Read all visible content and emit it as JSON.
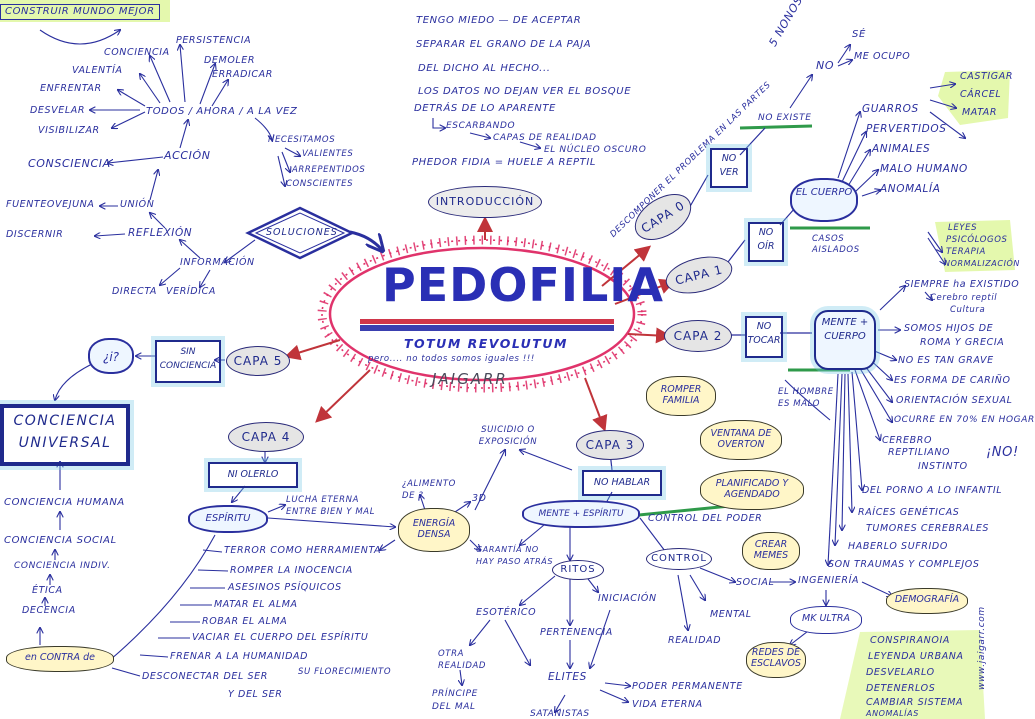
{
  "center": {
    "title": "PEDOFILIA",
    "subtitle": "TOTUM REVOLUTUM",
    "note": "pero.... no todos somos iguales !!!",
    "signature": "JAIGARR"
  },
  "intro": {
    "label": "INTRODUCCIÓN",
    "lines": [
      "TENGO MIEDO — de ACEPTAR",
      "SEPARAR el GRANO de la PAJA",
      "DEL DICHO al HECHO...",
      "LOS DATOS NO DEJAN VER el BOSQUE",
      "DETRÁS de lo APARENTE",
      "ESCARBANDO",
      "CAPAS de REALIDAD",
      "el NÚCLEO OSCURO",
      "PHEDOR FIDIA = HUELE a REPTIL"
    ]
  },
  "soluciones": {
    "label": "SOLUCIONES",
    "banner": "CONSTRUIR MUNDO MEJOR",
    "items": [
      "PERSISTENCIA",
      "CONCIENCIA",
      "DEMOLER",
      "ERRADICAR",
      "VALENTÍA",
      "ENFRENTAR",
      "TODOS / AHORA / a la VEZ",
      "DESVELAR",
      "VISIBILIZAR",
      "NECESITAMOS",
      "VALIENTES",
      "ARREPENTIDOS",
      "CONSCIENTES",
      "CONSCIENCIA",
      "ACCIÓN",
      "FUENTEOVEJUNA",
      "UNIÓN",
      "DISCERNIR",
      "REFLEXIÓN",
      "INFORMACIÓN",
      "DIRECTA",
      "VERÍDICA"
    ]
  },
  "capa0": {
    "label": "CAPA 0",
    "branch": "DESCOMPONER el PROBLEMA en las PARTES",
    "no_ver": "NO VER",
    "no_existe": "NO EXISTE",
    "nonos": "5 NONOS",
    "no": "NO",
    "se": "SÉ",
    "me_ocupo": "ME OCUPO"
  },
  "capa1": {
    "label": "CAPA 1",
    "no_oir": "NO OÍR",
    "el_cuerpo": "EL CUERPO",
    "casos": "CASOS AISLADOS",
    "items": [
      "GUARROS",
      "PERVERTIDOS",
      "ANIMALES",
      "MALO HUMANO",
      "ANOMALÍA"
    ],
    "castigo": [
      "CASTIGAR",
      "CÁRCEL",
      "MATAR"
    ]
  },
  "capa2": {
    "label": "CAPA 2",
    "no_tocar": "NO TOCAR",
    "mente_cuerpo": "MENTE + CUERPO",
    "hombre_malo": "el HOMBRE es MALO",
    "leyes": [
      "LEYES",
      "PSICÓLOGOS",
      "TERAPIA",
      "NORMALIZACIÓN"
    ],
    "items": [
      "SIEMPRE ha EXISTIDO",
      "Cerebro reptil",
      "Cultura",
      "SOMOS HIJOS de",
      "ROMA y GRECIA",
      "NO ES TAN GRAVE",
      "ES FORMA de CARIÑO",
      "ORIENTACIÓN SEXUAL",
      "OCURRE en 70% en HOGAR",
      "CEREBRO",
      "REPTILIANO",
      "INSTINTO",
      "¡NO!",
      "DEL PORNO a lo INFANTIL",
      "RAÍCES GENÉTICAS",
      "TUMORES CEREBRALES",
      "HABERLO SUFRIDO",
      "SON TRAUMAS y COMPLEJOS"
    ]
  },
  "capa3": {
    "label": "CAPA 3",
    "no_hablar": "NO HABLAR",
    "mente_espiritu": "MENTE + ESPÍRITU",
    "control_poder": "CONTROL del PODER",
    "suicidio": "SUICIDIO o EXPOSICIÓN",
    "garantia": "GARANTÍA no hay paso atrás",
    "ritos": "RITOS",
    "esoterico": "ESOTÉRICO",
    "iniciacion": "INICIACIÓN",
    "pertenencia": "PERTENENCIA",
    "otra": "OTRA REALIDAD",
    "principe": "PRÍNCIPE del MAL",
    "elites": "ELITES",
    "satanistas": "SATANISTAS",
    "poder": "PODER PERMANENTE",
    "vida": "VIDA ETERNA",
    "control": "CONTROL",
    "social": "SOCIAL",
    "mental": "MENTAL",
    "realidad": "REALIDAD",
    "ingenieria": "INGENIERÍA",
    "demografia": "DEMOGRAFÍA",
    "mk": "MK ULTRA",
    "redes": "REDES de ESCLAVOS",
    "romper": "ROMPER FAMILIA",
    "overton": "VENTANA de OVERTON",
    "planificado": "PLANIFICADO y AGENDADO",
    "memes": "CREAR MEMES",
    "conspiranoia": [
      "CONSPIRANOIA",
      "LEYENDA URBANA",
      "DESVELARLO",
      "DETENERLOS",
      "CAMBIAR SISTEMA",
      "ANOMALÍAS"
    ]
  },
  "capa4": {
    "label": "CAPA 4",
    "ni_olerlo": "NI OLERLO",
    "espiritu": "ESPÍRITU",
    "lucha": "LUCHA ETERNA entre BIEN y MAL",
    "alimento": "¿ALIMENTO de ?",
    "td": "3D",
    "energia": "ENERGÍA DENSA",
    "items": [
      "TERROR como HERRAMIENTA",
      "ROMPER la INOCENCIA",
      "ASESINOS PSÍQUICOS",
      "MATAR el ALMA",
      "ROBAR el ALMA",
      "VACIAR el CUERPO del ESPÍRITU",
      "FRENAR a la HUMANIDAD",
      "su FLORECIMIENTO",
      "DESCONECTAR del Ser",
      "y del SER"
    ],
    "en_contra": "en CONTRA de"
  },
  "capa5": {
    "label": "CAPA 5",
    "sin_conciencia": "SIN CONCIENCIA",
    "question": "¿i?",
    "universal": "CONCIENCIA UNIVERSAL",
    "ladder": [
      "CONCIENCIA HUMANA",
      "CONCIENCIA SOCIAL",
      "CONCIENCIA INDIV.",
      "ÉTICA",
      "DECENCIA"
    ]
  },
  "site": "www.jaigarr.com",
  "colors": {
    "ink": "#2a2f9e",
    "arrow": "#c0343a",
    "highlight": "#c9f06a",
    "hatch": "#e0336b"
  }
}
